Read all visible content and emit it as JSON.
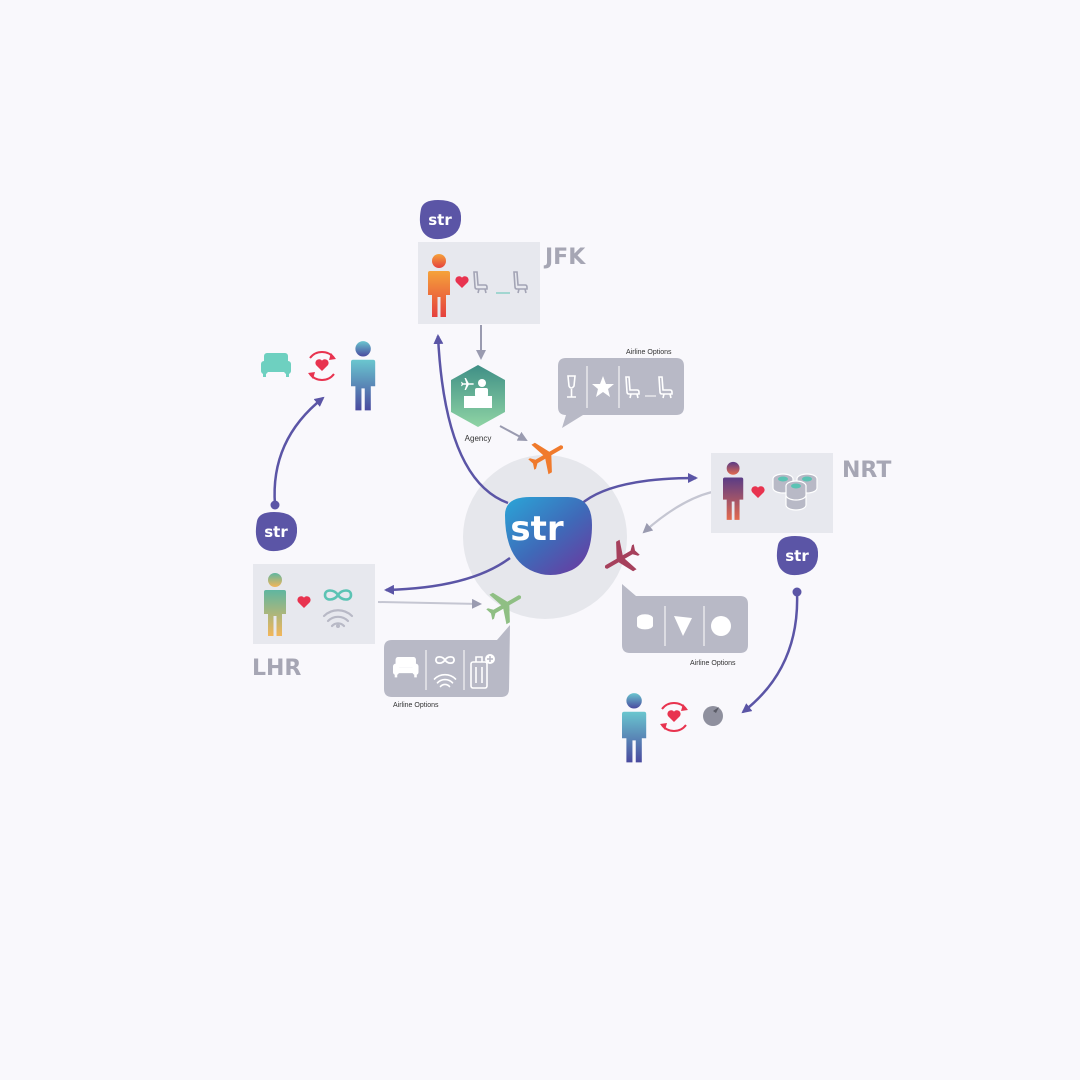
{
  "diagram": {
    "hub_logo_text": "str",
    "airports": {
      "jfk": "JFK",
      "nrt": "NRT",
      "lhr": "LHR"
    },
    "agency_label": "Agency",
    "airline_options": {
      "jfk": "Airline Options",
      "nrt": "Airline Options",
      "lhr": "Airline Options"
    },
    "icons": {
      "traveler": "person-icon",
      "preference": "heart-icon",
      "seat_swap": "seat-swap-icon",
      "champagne": "champagne-glass-icon",
      "star": "star-icon",
      "sushi": "sushi-icon",
      "pizza": "pizza-icon",
      "tomato": "tomato-icon",
      "sofa": "sofa-icon",
      "wifi": "wifi-icon",
      "luggage": "luggage-icon",
      "airplane": "airplane-icon",
      "loop": "refresh-loop-icon"
    },
    "colors": {
      "brand_purple": "#5b55a6",
      "orange_plane": "#f07a2c",
      "red_plane": "#a6405c",
      "green_plane": "#7fbf8a",
      "heart": "#e8334f",
      "teal": "#5cc3b4",
      "card_grey": "#e7e8ee",
      "bubble_grey": "#b8b9c6"
    }
  }
}
